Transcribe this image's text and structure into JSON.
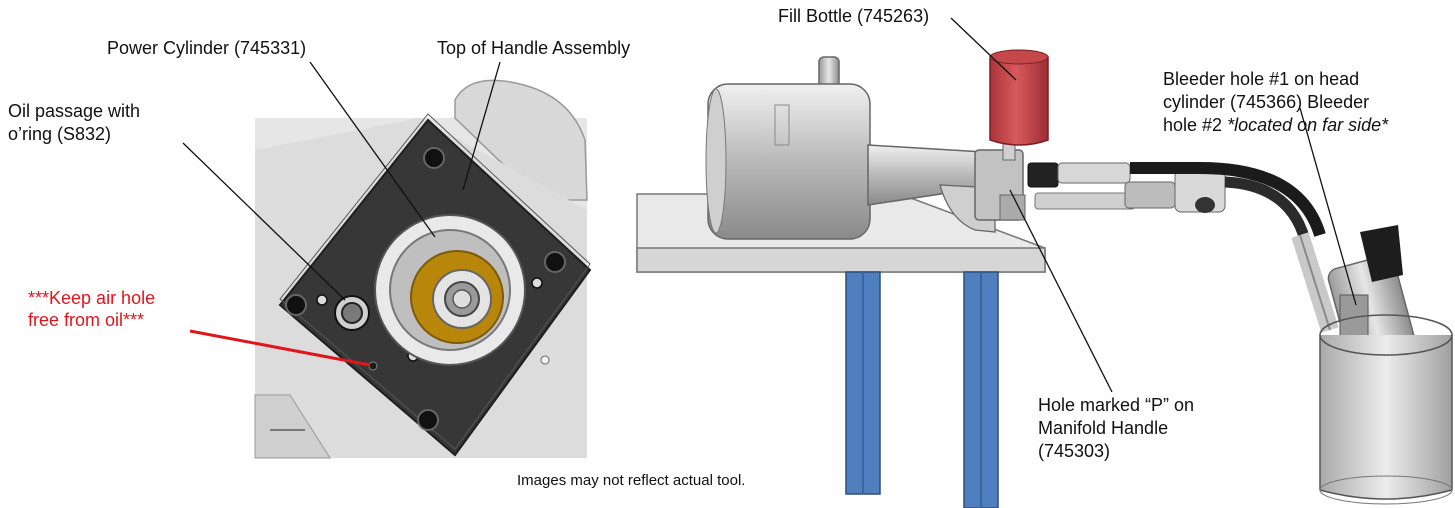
{
  "labels": {
    "power_cylinder": "Power Cylinder (745331)",
    "top_handle": "Top of Handle Assembly",
    "oil_passage_l1": "Oil passage with",
    "oil_passage_l2": "o’ring (S832)",
    "air_hole_l1": "***Keep air hole",
    "air_hole_l2": "free from oil***",
    "fill_bottle": "Fill Bottle (745263)",
    "bleeder_l1": "Bleeder hole #1 on head",
    "bleeder_l2": "cylinder (745366) Bleeder",
    "bleeder_l3a": "hole #2 ",
    "bleeder_l3b": "*located on far side*",
    "hole_p_l1": "Hole marked “P” on",
    "hole_p_l2": "Manifold Handle",
    "hole_p_l3": "(745303)",
    "disclaimer": "Images may not reflect actual tool."
  },
  "colors": {
    "annotation_red": "#e0161e",
    "fill_bottle_red": "#c4474a",
    "table_leg_blue": "#4f7fbf",
    "seal_bronze": "#b8860b",
    "plate_dark": "#333333"
  }
}
